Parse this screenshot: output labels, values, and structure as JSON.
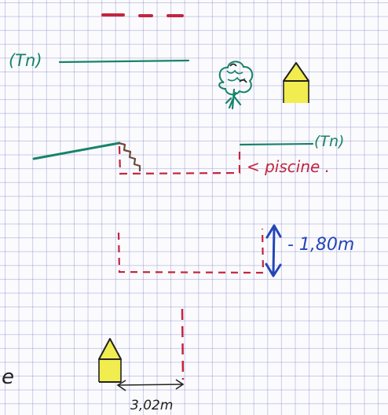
{
  "labels": {
    "tn_left": "(Tn)",
    "tn_right": "(Tn)",
    "piscine": "< piscine .",
    "depth": "- 1,80m",
    "distance": "3,02m",
    "edge_fragment": "e"
  },
  "colors": {
    "ink_green": "#17836a",
    "ink_red": "#c2253f",
    "ink_blue": "#2446b8",
    "ink_brown": "#6a4a3a",
    "marker_yellow": "#f1ec4f",
    "ink_black": "#222222"
  }
}
